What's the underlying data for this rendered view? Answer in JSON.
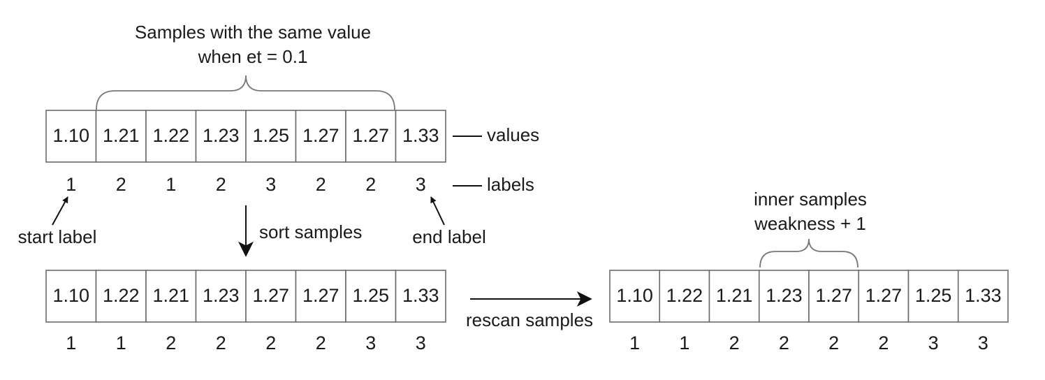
{
  "top_brace_caption": [
    "Samples with the same value",
    "when et = 0.1"
  ],
  "arrays": {
    "original": {
      "values": [
        "1.10",
        "1.21",
        "1.22",
        "1.23",
        "1.25",
        "1.27",
        "1.27",
        "1.33"
      ],
      "labels": [
        "1",
        "2",
        "1",
        "2",
        "3",
        "2",
        "2",
        "3"
      ]
    },
    "sorted": {
      "values": [
        "1.10",
        "1.22",
        "1.21",
        "1.23",
        "1.27",
        "1.27",
        "1.25",
        "1.33"
      ],
      "labels": [
        "1",
        "1",
        "2",
        "2",
        "2",
        "2",
        "3",
        "3"
      ]
    },
    "rescanned": {
      "values": [
        "1.10",
        "1.22",
        "1.21",
        "1.23",
        "1.27",
        "1.27",
        "1.25",
        "1.33"
      ],
      "labels": [
        "1",
        "1",
        "2",
        "2",
        "2",
        "2",
        "3",
        "3"
      ]
    }
  },
  "annotations": {
    "values_legend": "values",
    "labels_legend": "labels",
    "start_label": "start label",
    "end_label": "end label",
    "sort_samples": "sort samples",
    "rescan_samples": "rescan samples",
    "inner_brace_caption": [
      "inner samples",
      "weakness + 1"
    ]
  }
}
